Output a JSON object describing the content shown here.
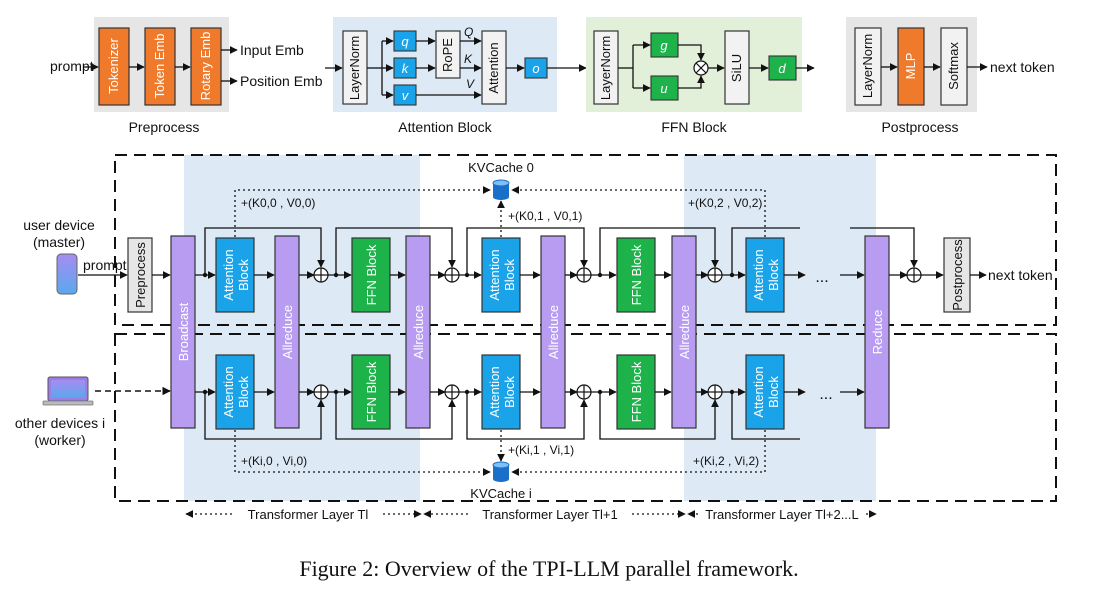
{
  "top": {
    "prompt": "prompt",
    "tokenizer": "Tokenizer",
    "token_emb": "Token Emb",
    "rotary_emb": "Rotary Emb",
    "input_emb": "Input Emb",
    "position_emb": "Position Emb",
    "preprocess": "Preprocess",
    "layernorm": "LayerNorm",
    "q": "q",
    "k": "k",
    "v": "v",
    "rope": "RoPE",
    "Q": "Q",
    "K": "K",
    "V": "V",
    "attention": "Attention",
    "o": "o",
    "attention_block": "Attention Block",
    "g": "g",
    "u": "u",
    "silu": "SiLU",
    "d": "d",
    "ffn_block": "FFN Block",
    "mlp": "MLP",
    "softmax": "Softmax",
    "next_token": "next token",
    "postprocess": "Postprocess"
  },
  "main": {
    "user_device": "user device",
    "master": "(master)",
    "prompt": "prompt",
    "other_devices": "other devices i",
    "worker": "(worker)",
    "preprocess": "Preprocess",
    "broadcast": "Broadcast",
    "attention": "Attention",
    "block": "Block",
    "allreduce": "Allreduce",
    "ffn_block": "FFN Block",
    "reduce": "Reduce",
    "postprocess": "Postprocess",
    "next_token": "next token",
    "ellipsis": "...",
    "kvcache0": "KVCache 0",
    "kvcachei": "KVCache i",
    "kv_00": "+(K0,0 , V0,0)",
    "kv_01": "+(K0,1 , V0,1)",
    "kv_02": "+(K0,2 , V0,2)",
    "kv_i0": "+(Ki,0 , Vi,0)",
    "kv_i1": "+(Ki,1 , Vi,1)",
    "kv_i2": "+(Ki,2 , Vi,2)",
    "layer_l": "Transformer Layer Tl",
    "layer_l1": "Transformer Layer Tl+1",
    "layer_l2": "Transformer Layer Tl+2...L"
  },
  "caption": "Figure 2: Overview of the TPI-LLM parallel framework.",
  "colors": {
    "orange": "#f07a2b",
    "blue": "#1aa3e8",
    "green": "#1db34a",
    "purple": "#b79cf2",
    "gray": "#e6e6e6",
    "bg_blue": "#dde9f5",
    "bg_green": "#e3f0d9"
  }
}
